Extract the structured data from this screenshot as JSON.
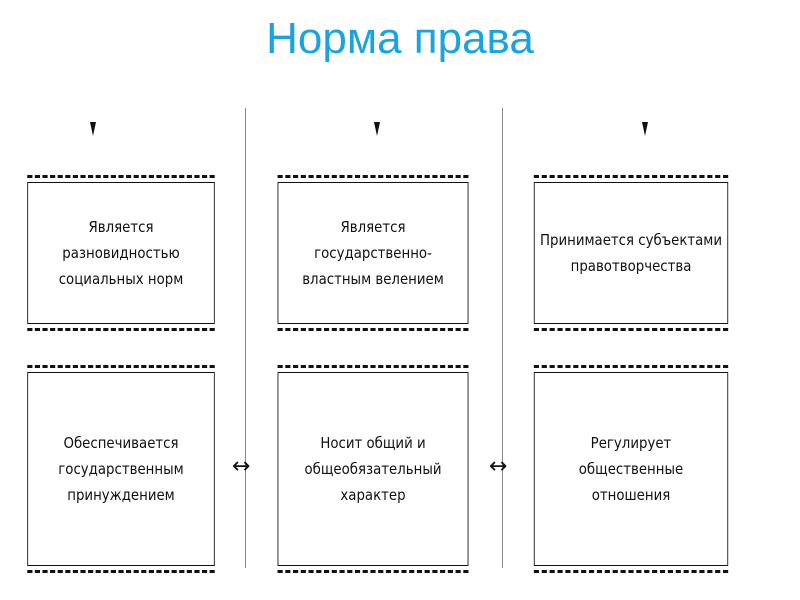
{
  "title": "Норма права",
  "boxes": {
    "r1c1": "Является разновидностью социальных норм",
    "r1c2": "Является государственно-властным велением",
    "r1c3": "Принимается субъектами правотворчества",
    "r2c1": "Обеспечивается государственным принуждением",
    "r2c2": "Носит общий и общеобязательный характер",
    "r2c3": "Регулирует общественные отношения"
  },
  "icons": {
    "marker": "downward-marker",
    "arrow": "double-arrow-left-right"
  },
  "colors": {
    "title": "#1aa3e3",
    "lines": "#111111",
    "divider": "#8a8a8a"
  }
}
